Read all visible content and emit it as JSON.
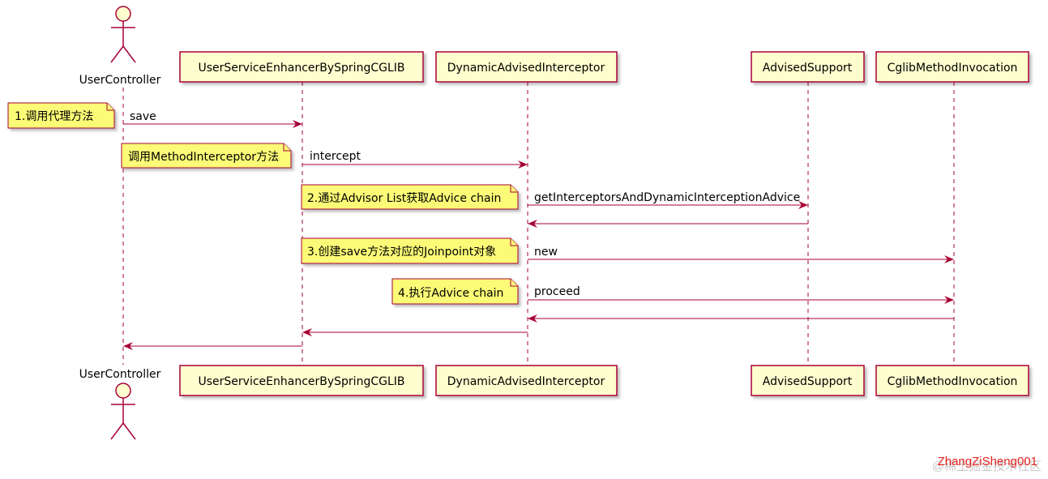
{
  "diagram": {
    "actor": {
      "name": "UserController"
    },
    "participants": [
      "UserServiceEnhancerBySpringCGLIB",
      "DynamicAdvisedInterceptor",
      "AdvisedSupport",
      "CglibMethodInvocation"
    ],
    "messages": [
      "save",
      "intercept",
      "getInterceptorsAndDynamicInterceptionAdvice",
      "new",
      "proceed"
    ],
    "notes": [
      "1.调用代理方法",
      "调用MethodInterceptor方法",
      "2.通过Advisor List获取Advice chain",
      "3.创建save方法对应的Joinpoint对象",
      "4.执行Advice chain"
    ],
    "colors": {
      "participant_fill": "#FEFECE",
      "participant_border": "#A80036",
      "arrow": "#A80036",
      "note_fill": "#FBFB77",
      "note_border": "#A80036",
      "watermark_red": "#E8221E",
      "watermark_gray": "#C8C8C8"
    }
  },
  "watermark": {
    "author": "ZhangZiSheng001",
    "site": "@稀土掘金技术社区"
  }
}
